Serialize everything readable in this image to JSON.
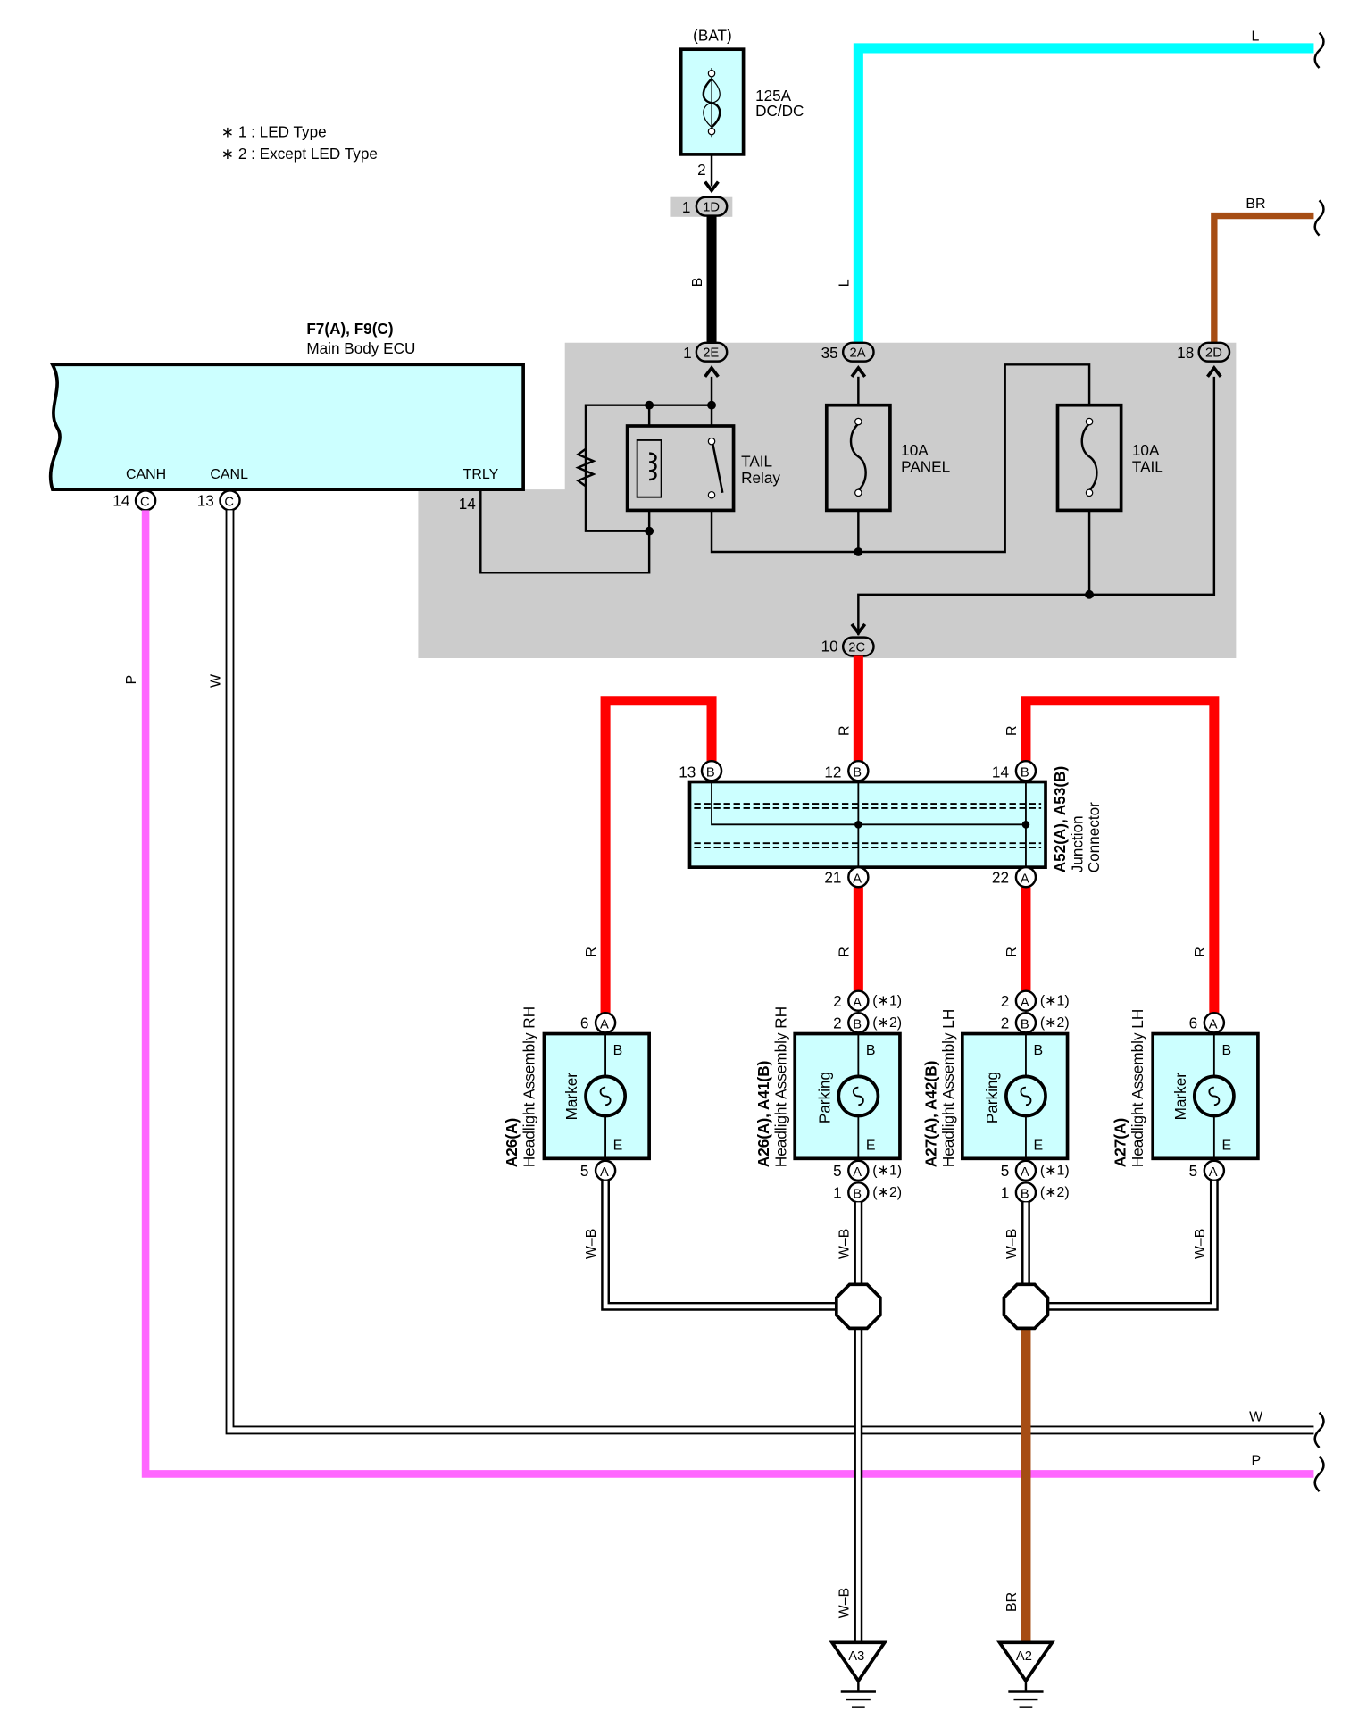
{
  "notes": [
    "∗ 1 : LED Type",
    "∗ 2 : Except LED Type"
  ],
  "colors": {
    "L": "#00ffff",
    "BR": "#a64d14",
    "P": "#ff66ff",
    "R": "#ff0000",
    "B": "#000000",
    "W": "#ffffff",
    "junction_block": "#cccccc",
    "component_fill": "#ccffff"
  },
  "fuse_dcdc": {
    "source": "(BAT)",
    "rating": "125A",
    "name": "DC/DC",
    "pin_out": "2"
  },
  "connector_1D": {
    "pin": "1",
    "code": "1D"
  },
  "wire_labels": {
    "B": "B",
    "L": "L",
    "BR": "BR",
    "P": "P",
    "W": "W",
    "R": "R",
    "WB": "W–B",
    "L_top": "L",
    "BR_top": "BR",
    "W_right": "W",
    "P_right": "P",
    "BR_bottom": "BR"
  },
  "ecu": {
    "title": "F7(A), F9(C)",
    "name": "Main Body ECU",
    "pins": [
      {
        "label": "CANH",
        "num": "14",
        "code": "C"
      },
      {
        "label": "CANL",
        "num": "13",
        "code": "C"
      },
      {
        "label": "TRLY",
        "num": "14",
        "code": ""
      }
    ]
  },
  "junction_block": {
    "connectors": [
      {
        "num": "1",
        "code": "2E"
      },
      {
        "num": "35",
        "code": "2A"
      },
      {
        "num": "18",
        "code": "2D"
      },
      {
        "num": "10",
        "code": "2C"
      }
    ],
    "relay": {
      "line1": "TAIL",
      "line2": "Relay"
    },
    "fuse_panel": {
      "rating": "10A",
      "name": "PANEL"
    },
    "fuse_tail": {
      "rating": "10A",
      "name": "TAIL"
    },
    "trly_pin": "14"
  },
  "junction_connector": {
    "title": "A52(A), A53(B)",
    "line2": "Junction",
    "line3": "Connector",
    "pins": [
      {
        "num": "13",
        "code": "B"
      },
      {
        "num": "12",
        "code": "B"
      },
      {
        "num": "14",
        "code": "B"
      },
      {
        "num": "21",
        "code": "A"
      },
      {
        "num": "22",
        "code": "A"
      }
    ]
  },
  "headlights": [
    {
      "title": "A26(A)",
      "subtitle": "Headlight Assembly RH",
      "lamp": "Marker",
      "top_pins": [
        {
          "num": "6",
          "code": "A",
          "note": ""
        }
      ],
      "bot_pins": [
        {
          "num": "5",
          "code": "A",
          "note": ""
        }
      ]
    },
    {
      "title": "A26(A), A41(B)",
      "subtitle": "Headlight Assembly RH",
      "lamp": "Parking",
      "top_pins": [
        {
          "num": "2",
          "code": "A",
          "note": "(∗1)"
        },
        {
          "num": "2",
          "code": "B",
          "note": "(∗2)"
        }
      ],
      "bot_pins": [
        {
          "num": "5",
          "code": "A",
          "note": "(∗1)"
        },
        {
          "num": "1",
          "code": "B",
          "note": "(∗2)"
        }
      ]
    },
    {
      "title": "A27(A), A42(B)",
      "subtitle": "Headlight Assembly LH",
      "lamp": "Parking",
      "top_pins": [
        {
          "num": "2",
          "code": "A",
          "note": "(∗1)"
        },
        {
          "num": "2",
          "code": "B",
          "note": "(∗2)"
        }
      ],
      "bot_pins": [
        {
          "num": "5",
          "code": "A",
          "note": "(∗1)"
        },
        {
          "num": "1",
          "code": "B",
          "note": "(∗2)"
        }
      ]
    },
    {
      "title": "A27(A)",
      "subtitle": "Headlight Assembly LH",
      "lamp": "Marker",
      "top_pins": [
        {
          "num": "6",
          "code": "A",
          "note": ""
        }
      ],
      "bot_pins": [
        {
          "num": "5",
          "code": "A",
          "note": ""
        }
      ]
    }
  ],
  "lamp_terminal_B": "B",
  "lamp_terminal_E": "E",
  "grounds": [
    {
      "code": "A3"
    },
    {
      "code": "A2"
    }
  ]
}
